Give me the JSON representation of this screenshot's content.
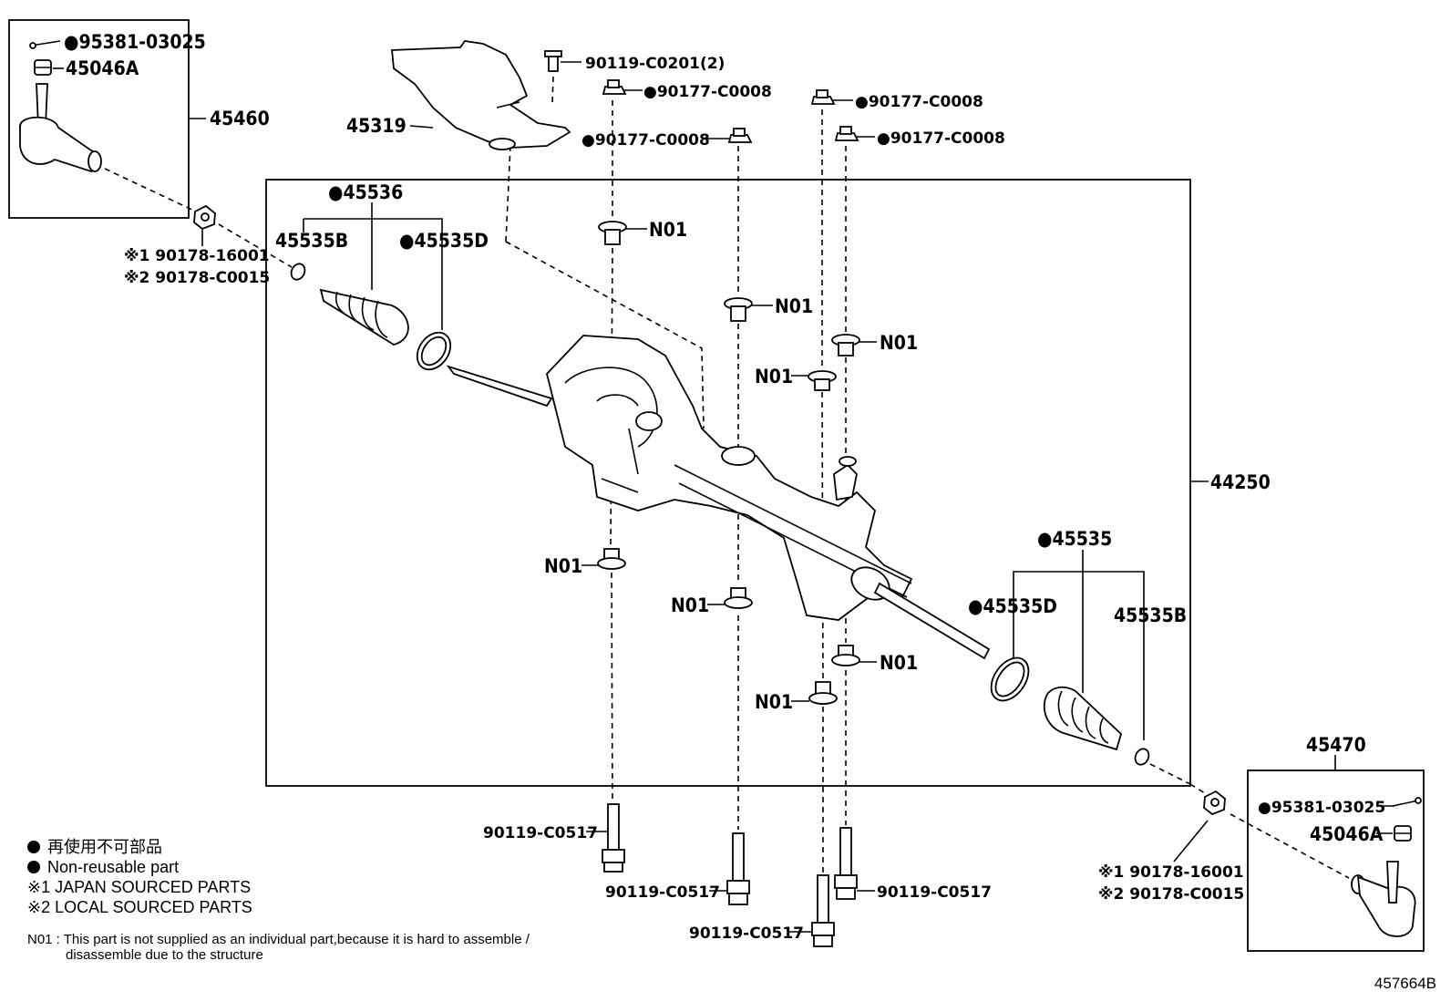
{
  "labels": {
    "p95381_left": "●95381-03025",
    "p45046a_left": "45046A",
    "p45460": "45460",
    "p45319": "45319",
    "p90119_c0201": "90119-C0201(2)",
    "p90177_a": "●90177-C0008",
    "p90177_b": "●90177-C0008",
    "p90177_c": "●90177-C0008",
    "p90177_d": "●90177-C0008",
    "p45536": "●45536",
    "p45535b_left": "45535B",
    "p45535d_left": "●45535D",
    "p90178_left_1": "※1 90178-16001",
    "p90178_left_2": "※2 90178-C0015",
    "n01_1": "N01",
    "n01_2": "N01",
    "n01_3": "N01",
    "n01_4": "N01",
    "n01_5": "N01",
    "n01_6": "N01",
    "n01_7": "N01",
    "n01_8": "N01",
    "p44250": "44250",
    "p45535": "●45535",
    "p45535d_right": "●45535D",
    "p45535b_right": "45535B",
    "p45470": "45470",
    "p95381_right": "●95381-03025",
    "p45046a_right": "45046A",
    "p90178_right_1": "※1 90178-16001",
    "p90178_right_2": "※2 90178-C0015",
    "p90119_c0517_a": "90119-C0517",
    "p90119_c0517_b": "90119-C0517",
    "p90119_c0517_c": "90119-C0517",
    "p90119_c0517_d": "90119-C0517"
  },
  "legend": {
    "jp_nonreusable": "再使用不可部品",
    "en_nonreusable": "Non-reusable part",
    "japan_sourced": "※1 JAPAN SOURCED PARTS",
    "local_sourced": "※2 LOCAL SOURCED PARTS"
  },
  "note": {
    "code": "N01 :",
    "line1": "This part is not supplied as an individual part,because it is hard to assemble /",
    "line2": "disassemble due to the structure"
  },
  "image_code": "457664B"
}
